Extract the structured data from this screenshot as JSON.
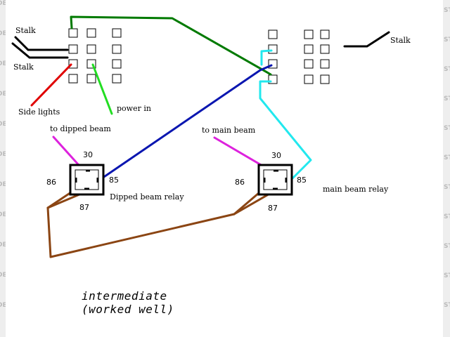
{
  "labels": {
    "stalk_top_left": "Stalk",
    "stalk_bottom_left": "Stalk",
    "stalk_right": "Stalk",
    "side_lights": "Side lights",
    "power_in": "power in",
    "to_dipped_beam": "to dipped beam",
    "to_main_beam": "to main beam",
    "dipped_relay_name": "Dipped beam relay",
    "main_relay_name": "main beam relay"
  },
  "pins": {
    "dipped": {
      "p30": "30",
      "p85": "85",
      "p86": "86",
      "p87": "87"
    },
    "main": {
      "p30": "30",
      "p85": "85",
      "p86": "86",
      "p87": "87"
    }
  },
  "caption": {
    "line1": "intermediate",
    "line2": "(worked well)"
  },
  "watermark": {
    "left": "DEI",
    "right": "ST"
  },
  "colors": {
    "green_wire": "#007a00",
    "lime_wire": "#22dd22",
    "red_wire": "#e00000",
    "blue_wire": "#0a16b0",
    "cyan_wire": "#22e8ee",
    "magenta_wire": "#dd22dd",
    "brown_wire": "#8b4513",
    "stalk_wire": "#000000"
  }
}
